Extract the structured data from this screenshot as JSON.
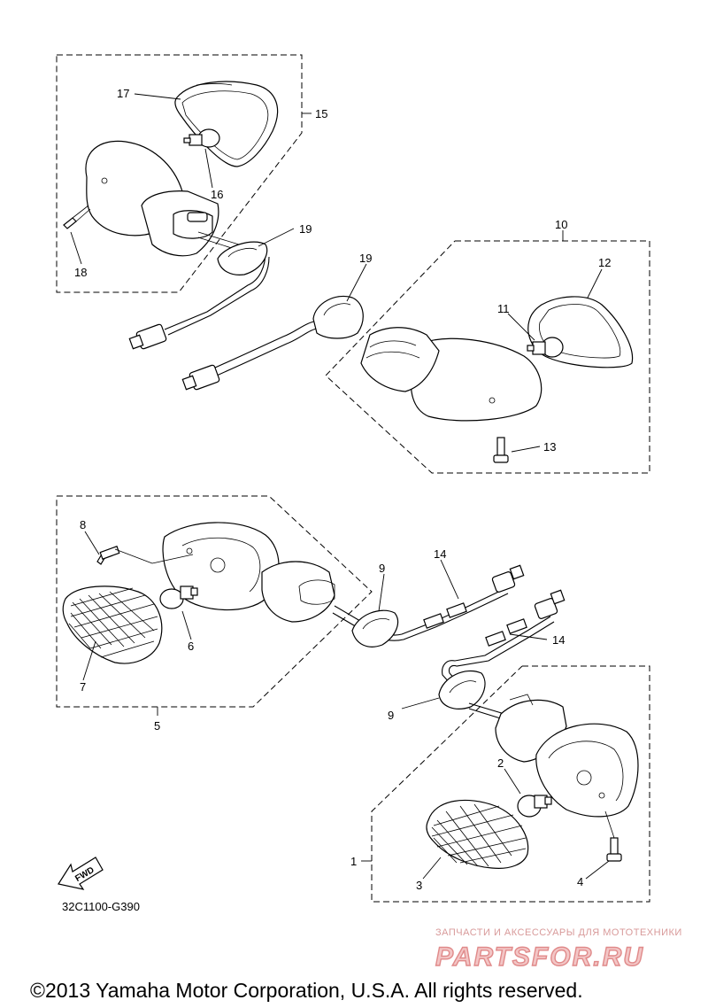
{
  "callouts": {
    "c1": "1",
    "c2": "2",
    "c3": "3",
    "c4": "4",
    "c5": "5",
    "c6": "6",
    "c7": "7",
    "c8": "8",
    "c9a": "9",
    "c9b": "9",
    "c10": "10",
    "c11": "11",
    "c12": "12",
    "c13": "13",
    "c14a": "14",
    "c14b": "14",
    "c15": "15",
    "c16": "16",
    "c17": "17",
    "c18": "18",
    "c19a": "19",
    "c19b": "19"
  },
  "fwd_label": "FWD",
  "part_code": "32C1100-G390",
  "watermark": {
    "subtitle": "ЗАПЧАСТИ И АКСЕССУАРЫ ДЛЯ МОТОТЕХНИКИ",
    "brand": "PARTSFOR.RU"
  },
  "copyright": "©2013 Yamaha Motor Corporation, U.S.A. All rights reserved."
}
